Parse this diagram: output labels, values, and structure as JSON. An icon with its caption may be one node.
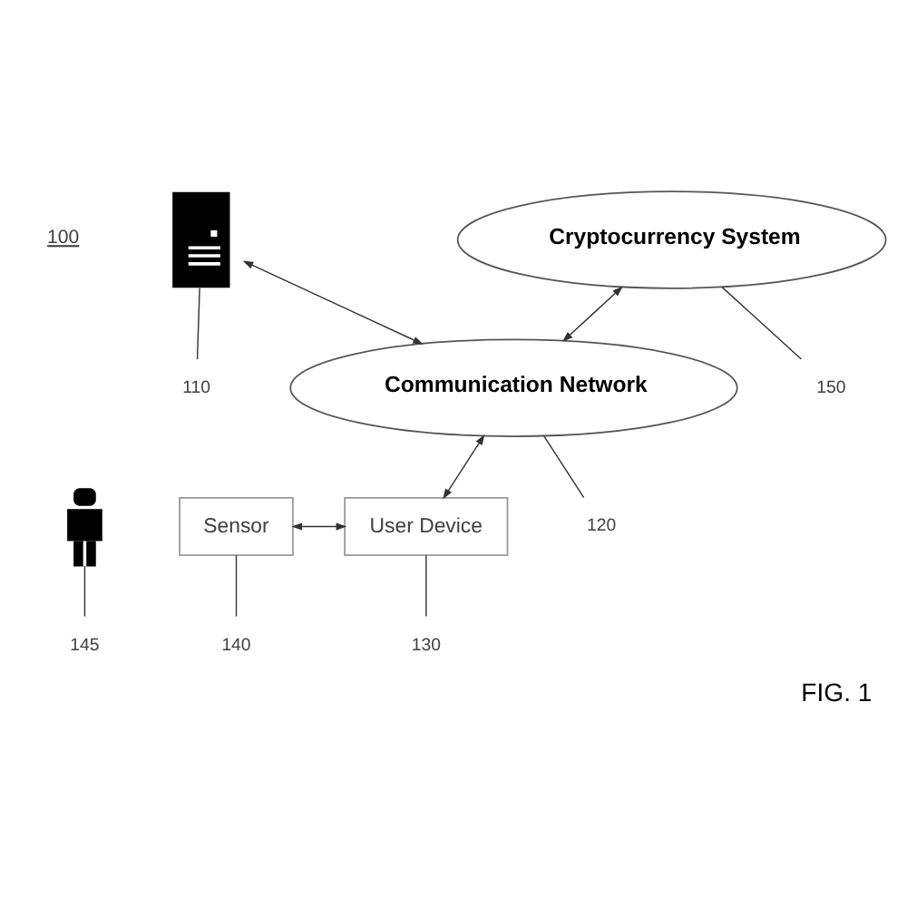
{
  "diagram": {
    "caption": "FIG. 1",
    "nodes": [
      {
        "text": [],
        "shape": "picture"
      },
      {
        "text": [
          "Cryptocurrency System"
        ]
      },
      {
        "text": [
          "110"
        ]
      },
      {
        "text": [
          "150"
        ]
      },
      {
        "text": [
          "Communication Network"
        ]
      },
      {
        "text": [
          "120"
        ]
      },
      {
        "text": [],
        "shape": "person"
      },
      {
        "text": [
          "Sensor"
        ]
      },
      {
        "text": [
          "User Device"
        ]
      },
      {
        "text": [
          "145"
        ]
      },
      {
        "text": [
          "140"
        ]
      },
      {
        "text": [
          "130"
        ]
      }
    ],
    "edges": [
      {
        "from": 4,
        "to": 0,
        "arrow": "both"
      },
      {
        "from": 4,
        "to": 1,
        "arrow": "both"
      },
      {
        "from": 8,
        "to": 4,
        "arrow": "both"
      },
      {
        "from": 7,
        "to": 8,
        "arrow": "both"
      },
      {
        "from": 2,
        "to": 0,
        "arrow": "none"
      },
      {
        "from": 3,
        "to": 1,
        "arrow": "none"
      },
      {
        "from": 5,
        "to": 4,
        "arrow": "none"
      },
      {
        "from": 9,
        "to": 6,
        "arrow": "none"
      },
      {
        "from": 10,
        "to": 7,
        "arrow": "none"
      },
      {
        "from": 11,
        "to": 8,
        "arrow": "none"
      }
    ],
    "labels": [
      "100"
    ]
  }
}
